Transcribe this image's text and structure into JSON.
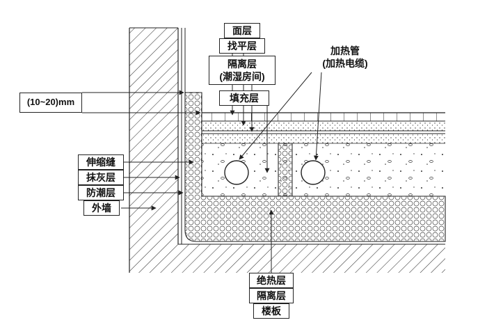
{
  "colors": {
    "line": "#222222",
    "background": "#ffffff"
  },
  "labels": {
    "dimension": "(10~20)mm",
    "surface_layer": "面层",
    "leveling_layer": "找平层",
    "isolation_layer_top": "隔离层",
    "isolation_layer_top_sub": "(潮湿房间)",
    "filling_layer": "填充层",
    "heating_pipe": "加热管",
    "heating_cable": "(加热电缆)",
    "expansion_joint": "伸缩缝",
    "plaster_layer": "抹灰层",
    "moisture_proof_layer": "防潮层",
    "exterior_wall": "外墙",
    "thermal_insulation_layer": "绝热层",
    "isolation_layer_bottom": "隔离层",
    "floor_slab": "楼板"
  }
}
